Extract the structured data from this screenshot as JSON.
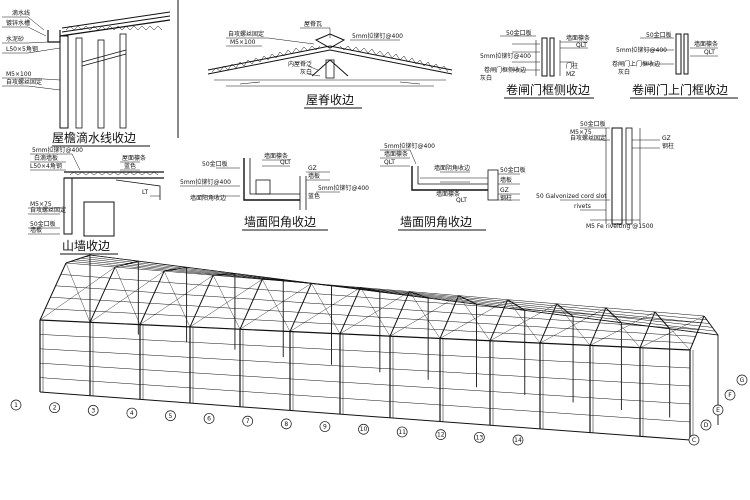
{
  "details": {
    "eaves": {
      "title": "屋檐滴水线收边",
      "labels": [
        "滴水线",
        "镀锌水槽",
        "水泥砂",
        "L50×5角钢",
        "M5×100",
        "自攻螺丝固定"
      ]
    },
    "ridge": {
      "title": "屋脊收边",
      "labels": [
        "屋脊瓦",
        "自攻螺丝固定",
        "M5×100",
        "5mm拉铆钉@400",
        "内屋脊泛",
        "灰白"
      ]
    },
    "door_side": {
      "title": "卷闸门框侧收边",
      "labels": [
        "50金口板",
        "墙面檩条",
        "5mm拉铆钉@400",
        "QLT",
        "门柱",
        "卷闸门框侧收边",
        "MZ",
        "灰白"
      ]
    },
    "door_top": {
      "title": "卷闸门上门框收边",
      "labels": [
        "50金口板",
        "墙面檩条",
        "5mm拉铆钉@400",
        "QLT",
        "卷闸门上门框收边",
        "灰白"
      ]
    },
    "gable": {
      "title": "山墙收边",
      "labels": [
        "5mm拉铆钉@400",
        "白滴墙板",
        "屋面檩条",
        "蓝色",
        "L50×4角钢",
        "LT",
        "M5×75",
        "自攻螺丝固定",
        "50金口板",
        "墙板"
      ]
    },
    "outer_corner": {
      "title": "墙面阳角收边",
      "labels": [
        "50金口板",
        "墙面檩条",
        "QLT",
        "GZ",
        "墙板",
        "5mm拉铆钉@400",
        "5mm拉铆钉@400",
        "墙面阳角收边",
        "蓝色"
      ]
    },
    "inner_corner": {
      "title": "墙面阴角收边",
      "labels": [
        "5mm拉铆钉@400",
        "墙面檩条",
        "QLT",
        "墙面阴角收边",
        "50金口板",
        "墙板",
        "墙面檩条",
        "QLT",
        "GZ",
        "钢柱"
      ]
    },
    "column": {
      "labels": [
        "50金口板",
        "M5×75",
        "自攻螺丝固定",
        "GZ",
        "钢柱",
        "50 Galvonized cord slot",
        "rivets",
        "M5 Fe rivelting @1500"
      ]
    }
  },
  "axes": {
    "numbers": [
      "1",
      "2",
      "3",
      "4",
      "5",
      "6",
      "7",
      "8",
      "9",
      "10",
      "11",
      "12",
      "13",
      "14"
    ],
    "letters": [
      "G",
      "F",
      "E",
      "D",
      "C"
    ]
  },
  "colors": {
    "ink": "#111111",
    "paper": "#ffffff"
  }
}
